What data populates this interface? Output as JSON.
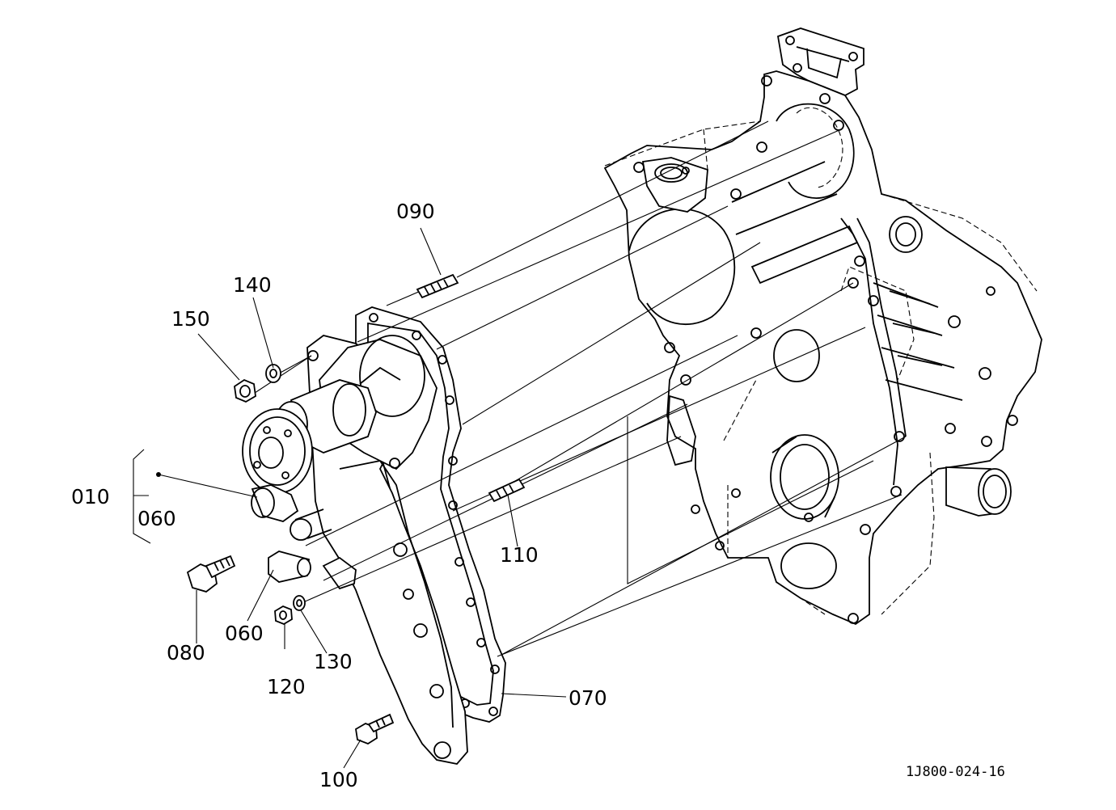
{
  "labels": {
    "p090": "090",
    "p140": "140",
    "p150": "150",
    "p010": "010",
    "p060a": "060",
    "p060b": "060",
    "p080": "080",
    "p110": "110",
    "p120": "120",
    "p130": "130",
    "p070": "070",
    "p100": "100"
  },
  "drawing_code": "1J800-024-16"
}
